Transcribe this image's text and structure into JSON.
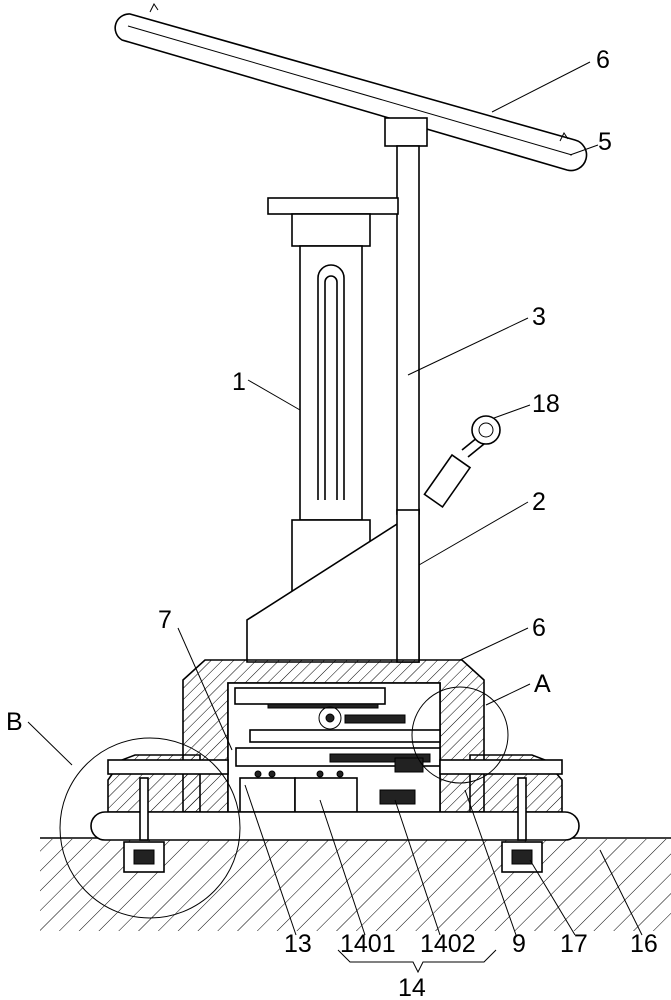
{
  "labels": {
    "l6_top": "6",
    "l5": "5",
    "l1": "1",
    "l3": "3",
    "l18": "18",
    "l2": "2",
    "l7": "7",
    "l6_mid": "6",
    "lA": "A",
    "lB": "B",
    "l13": "13",
    "l1401": "1401",
    "l1402": "1402",
    "l9": "9",
    "l17": "17",
    "l16": "16",
    "l14": "14"
  }
}
